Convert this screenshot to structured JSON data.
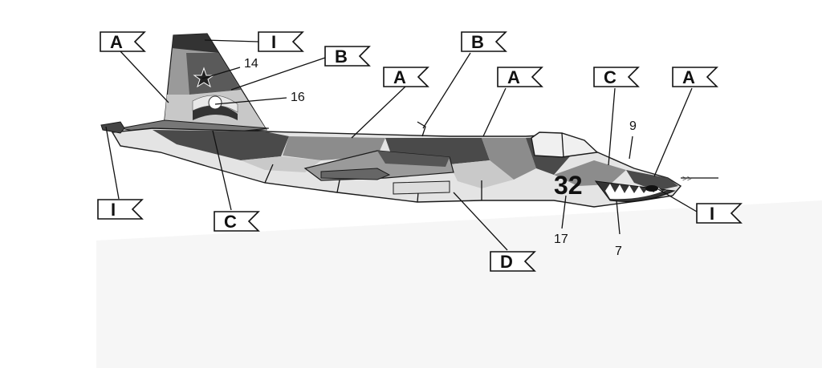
{
  "diagram": {
    "aircraft_number": "32",
    "color_flags": [
      {
        "id": "flag-a-tail",
        "label": "A"
      },
      {
        "id": "flag-i-fin",
        "label": "I"
      },
      {
        "id": "flag-b-tail",
        "label": "B"
      },
      {
        "id": "flag-a-spine",
        "label": "A"
      },
      {
        "id": "flag-b-antenna",
        "label": "B"
      },
      {
        "id": "flag-a-fuselage",
        "label": "A"
      },
      {
        "id": "flag-c-cockpit",
        "label": "C"
      },
      {
        "id": "flag-a-nose",
        "label": "A"
      },
      {
        "id": "flag-i-tailcone",
        "label": "I"
      },
      {
        "id": "flag-c-rear",
        "label": "C"
      },
      {
        "id": "flag-d-belly",
        "label": "D"
      },
      {
        "id": "flag-i-nose",
        "label": "I"
      }
    ],
    "decal_callouts": [
      {
        "id": "decal-14",
        "label": "14"
      },
      {
        "id": "decal-16",
        "label": "16"
      },
      {
        "id": "decal-9",
        "label": "9"
      },
      {
        "id": "decal-17",
        "label": "17"
      },
      {
        "id": "decal-7",
        "label": "7"
      }
    ],
    "colors": {
      "dark_camo": "#4a4a4a",
      "mid_camo": "#8c8c8c",
      "light_camo": "#c9c9c9",
      "underside": "#e4e4e4",
      "outline": "#1a1a1a"
    }
  }
}
